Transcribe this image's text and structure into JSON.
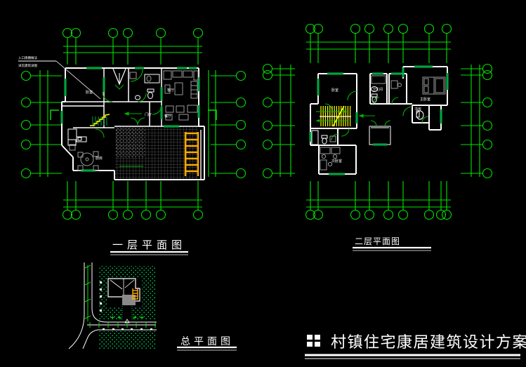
{
  "colors": {
    "background": "#000000",
    "grid_green": "#00e400",
    "wall_white": "#ffffff",
    "window_green": "#00a33f",
    "door_green": "#00b000",
    "stair_yellow": "#ffff00",
    "exterior_stair_orange": "#ffaa00",
    "furniture_gray": "#9a9a9a",
    "vegetation_green": "#00b34d",
    "paving_gray": "#4c4c4c",
    "courtyard_gray": "#8a8a8a"
  },
  "floor1": {
    "caption": "一层平面图",
    "note": {
      "line1": "入口雨棚做法",
      "line2": "详见建筑详图"
    },
    "rooms": [
      {
        "text": "卧室"
      },
      {
        "text": "客厅"
      },
      {
        "text": "餐厅"
      },
      {
        "text": "厨房"
      },
      {
        "text": "门厅"
      }
    ]
  },
  "floor2": {
    "caption": "二层平面图",
    "rooms": [
      {
        "text": "卧室"
      },
      {
        "text": "卫生间"
      },
      {
        "text": "主卧室"
      },
      {
        "text": "书房"
      },
      {
        "text": "次卧室"
      }
    ]
  },
  "site": {
    "caption": "总平面图"
  },
  "title": {
    "text": "村镇住宅康居建筑设计方案"
  }
}
